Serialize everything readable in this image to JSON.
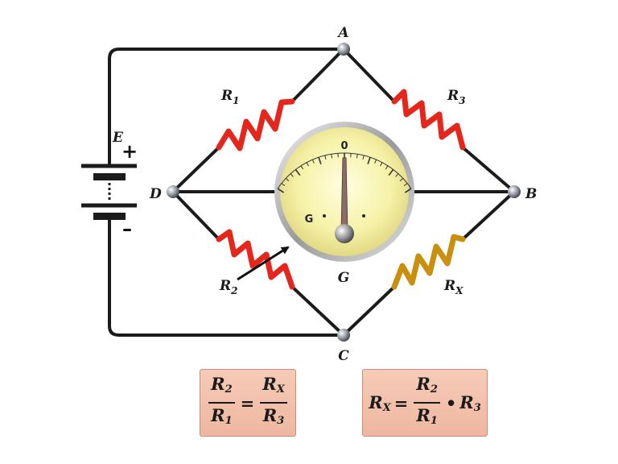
{
  "nodes": {
    "A": "A",
    "B": "B",
    "C": "C",
    "D": "D"
  },
  "resistors": {
    "r1": {
      "letter": "R",
      "subscript": "1"
    },
    "r2": {
      "letter": "R",
      "subscript": "2"
    },
    "r3": {
      "letter": "R",
      "subscript": "3"
    },
    "rx": {
      "letter": "R",
      "subscript": "X"
    }
  },
  "battery": {
    "label": "E",
    "plus": "+",
    "minus": "–"
  },
  "galvanometer": {
    "label": "G",
    "dial_letter": "G",
    "zero_mark": "0"
  },
  "formula_balance": {
    "left_num": "R",
    "left_num_sub": "2",
    "left_den": "R",
    "left_den_sub": "1",
    "equals": "=",
    "right_num": "R",
    "right_num_sub": "X",
    "right_den": "R",
    "right_den_sub": "3"
  },
  "formula_rx": {
    "lhs": "R",
    "lhs_sub": "X",
    "equals": "=",
    "num": "R",
    "num_sub": "2",
    "den": "R",
    "den_sub": "1",
    "dot": "•",
    "tail": "R",
    "tail_sub": "3"
  },
  "colors": {
    "wire": "#1b1b1b",
    "resistor_red": "#e5261c",
    "resistor_gold": "#c8900e",
    "formula_box": "#f3c4ae",
    "meter_face": "#f4f0a0"
  }
}
